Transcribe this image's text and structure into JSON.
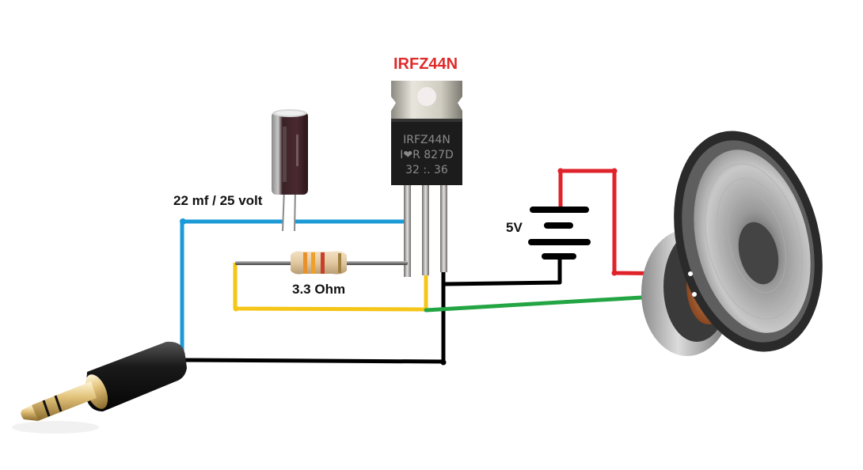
{
  "diagram": {
    "type": "circuit-schematic",
    "title": "Audio jack to speaker amplifier using IRFZ44N MOSFET"
  },
  "labels": {
    "mosfet": "IRFZ44N",
    "capacitor": "22 mf / 25 volt",
    "resistor": "3.3 Ohm",
    "battery": "5V"
  },
  "mosfet_markings": {
    "line1": "IRFZ44N",
    "line2": "I❤R 827D",
    "line3": "32 :. 36"
  },
  "components": [
    {
      "id": "audio-jack",
      "kind": "3.5mm stereo plug"
    },
    {
      "id": "capacitor",
      "kind": "electrolytic capacitor",
      "value": "22 mf / 25 volt"
    },
    {
      "id": "mosfet",
      "kind": "N-channel MOSFET",
      "part": "IRFZ44N",
      "pins": [
        "gate",
        "drain",
        "source"
      ]
    },
    {
      "id": "resistor",
      "kind": "resistor",
      "value": "3.3 Ohm"
    },
    {
      "id": "battery",
      "kind": "DC source",
      "value": "5V"
    },
    {
      "id": "speaker",
      "kind": "loudspeaker"
    }
  ],
  "wires": [
    {
      "color_name": "blue",
      "color": "#1b9ad6",
      "from": "audio-jack",
      "to": "capacitor / mosfet gate"
    },
    {
      "color_name": "black",
      "color": "#000000",
      "from": "audio-jack ground",
      "to": "mosfet source / battery negative"
    },
    {
      "color_name": "yellow",
      "color": "#f5c518",
      "from": "resistor",
      "to": "mosfet drain"
    },
    {
      "color_name": "green",
      "color": "#23a543",
      "from": "mosfet drain",
      "to": "speaker terminal"
    },
    {
      "color_name": "red",
      "color": "#e0232a",
      "from": "battery positive",
      "to": "speaker terminal"
    }
  ],
  "colors": {
    "label_red": "#e02a2a",
    "wire_blue": "#1b9ad6",
    "wire_black": "#000000",
    "wire_yellow": "#f5c518",
    "wire_green": "#23a543",
    "wire_red": "#e0232a"
  }
}
